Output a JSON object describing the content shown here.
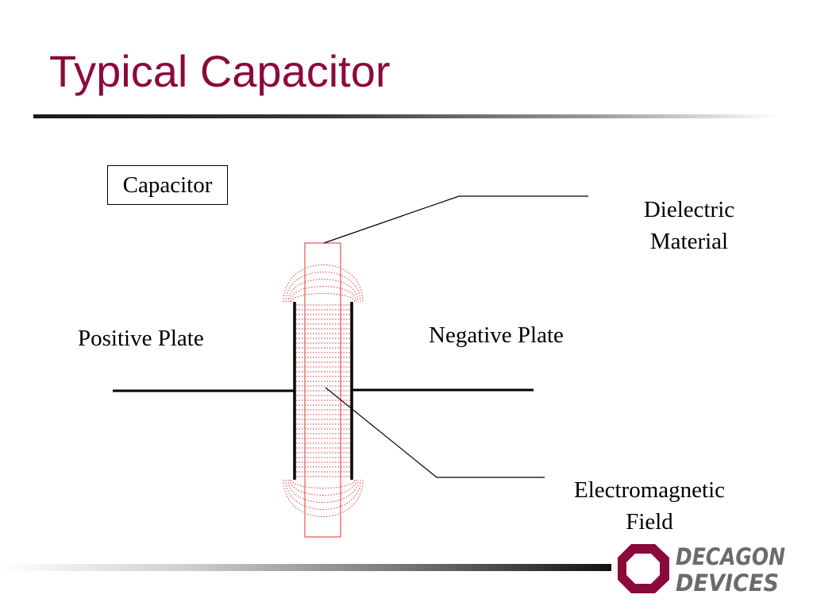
{
  "slide": {
    "title": "Typical Capacitor"
  },
  "diagram": {
    "box_label": "Capacitor",
    "labels": {
      "positive_plate": "Positive Plate",
      "negative_plate": "Negative Plate",
      "dielectric_line1": "Dielectric",
      "dielectric_line2": "Material",
      "field_line1": "Electromagnetic",
      "field_line2": "Field"
    },
    "colors": {
      "title": "#8b0a3c",
      "field_lines": "#e03030",
      "logo_red": "#8b0a3c",
      "logo_gray": "#6b6b6b"
    }
  },
  "logo": {
    "line1": "DECAGON",
    "line2": "DEVICES"
  }
}
